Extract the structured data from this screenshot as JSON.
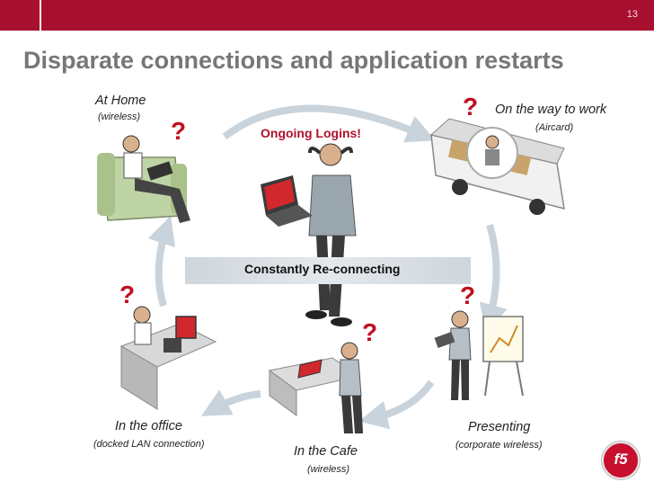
{
  "slide_number": "13",
  "title": "Disparate connections and application restarts",
  "center": {
    "ongoing_logins": "Ongoing Logins!",
    "banner": "Constantly Re-connecting",
    "question_mark": "?"
  },
  "locations": {
    "home": {
      "label": "At Home",
      "sub": "(wireless)"
    },
    "way_to_work": {
      "label": "On the way to work",
      "sub": "(Aircard)"
    },
    "office": {
      "label": "In the office",
      "sub": "(docked LAN connection)"
    },
    "cafe": {
      "label": "In the Cafe",
      "sub": "(wireless)"
    },
    "presenting": {
      "label": "Presenting",
      "sub": "(corporate wireless)"
    }
  },
  "logo": "f5",
  "colors": {
    "brand_red": "#a8102f",
    "question_red": "#c01020",
    "title_gray": "#777777",
    "arrow_gray": "#c9d3db"
  }
}
